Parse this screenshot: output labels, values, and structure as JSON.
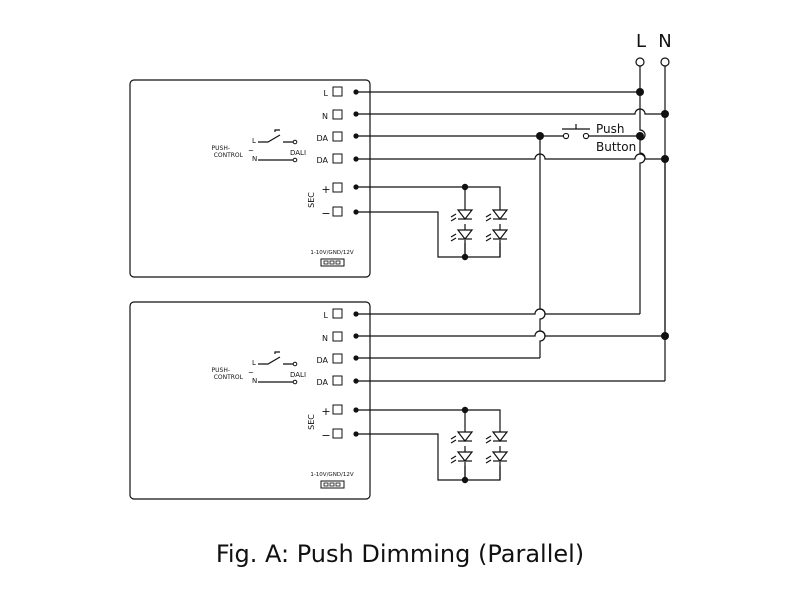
{
  "supply": {
    "line": "L",
    "neutral": "N"
  },
  "pushbutton": {
    "line1": "Push",
    "line2": "Button"
  },
  "driver": {
    "terminals": {
      "l": "L",
      "n": "N",
      "da": "DA",
      "plus": "+",
      "minus": "−"
    },
    "secondary": "SEC",
    "push_control": {
      "line1": "PUSH-",
      "line2": "CONTROL"
    },
    "switch_labels": {
      "l": "L",
      "n": "N",
      "tilde": "~",
      "dali": "DALI"
    },
    "connector": "1-10V/GND/12V"
  },
  "caption": "Fig. A: Push Dimming (Parallel)"
}
